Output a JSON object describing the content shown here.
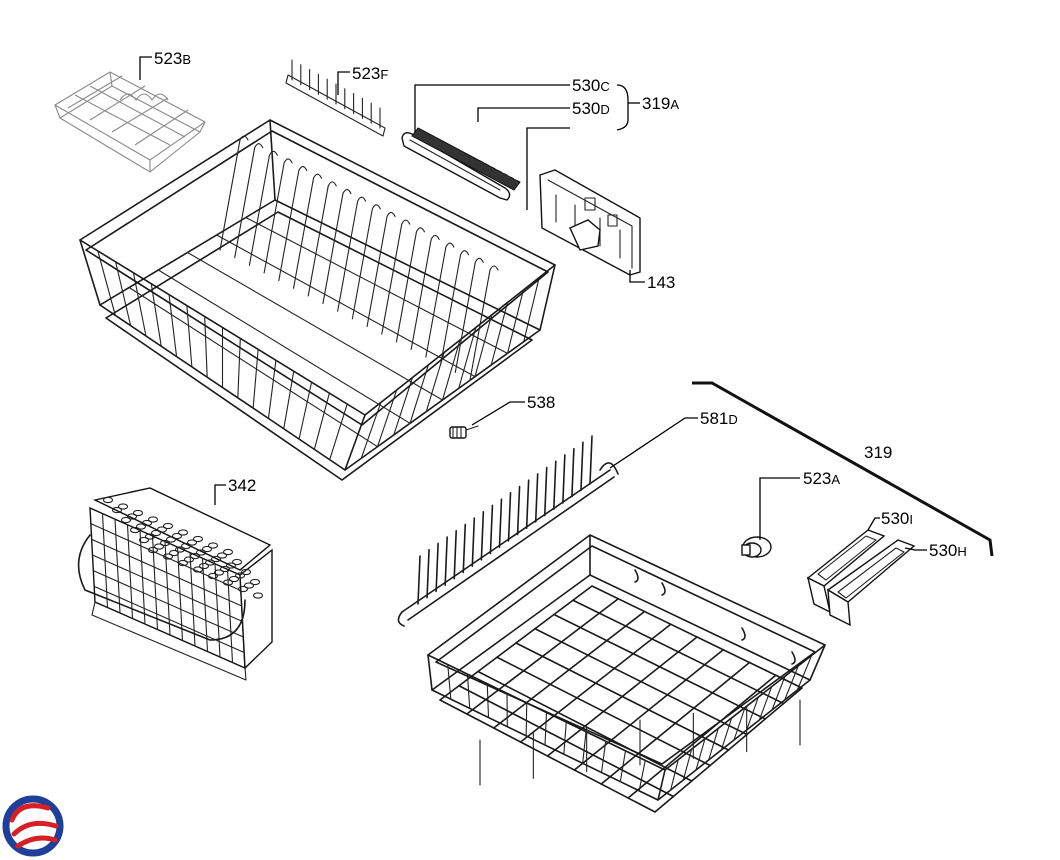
{
  "parts": [
    {
      "key": "p523b",
      "number": "523",
      "suffix": "B"
    },
    {
      "key": "p523f",
      "number": "523",
      "suffix": "F"
    },
    {
      "key": "p530c",
      "number": "530",
      "suffix": "C"
    },
    {
      "key": "p530d",
      "number": "530",
      "suffix": "D"
    },
    {
      "key": "p319a",
      "number": "319",
      "suffix": "A"
    },
    {
      "key": "p143",
      "number": "143",
      "suffix": ""
    },
    {
      "key": "p538",
      "number": "538",
      "suffix": ""
    },
    {
      "key": "p581d",
      "number": "581",
      "suffix": "D"
    },
    {
      "key": "p319",
      "number": "319",
      "suffix": ""
    },
    {
      "key": "p342",
      "number": "342",
      "suffix": ""
    },
    {
      "key": "p523a",
      "number": "523",
      "suffix": "A"
    },
    {
      "key": "p530i",
      "number": "530",
      "suffix": "I"
    },
    {
      "key": "p530h",
      "number": "530",
      "suffix": "H"
    }
  ],
  "logo": {
    "icon": "brand-swirl-logo",
    "colors": [
      "#1f3f9a",
      "#d71f26"
    ]
  }
}
